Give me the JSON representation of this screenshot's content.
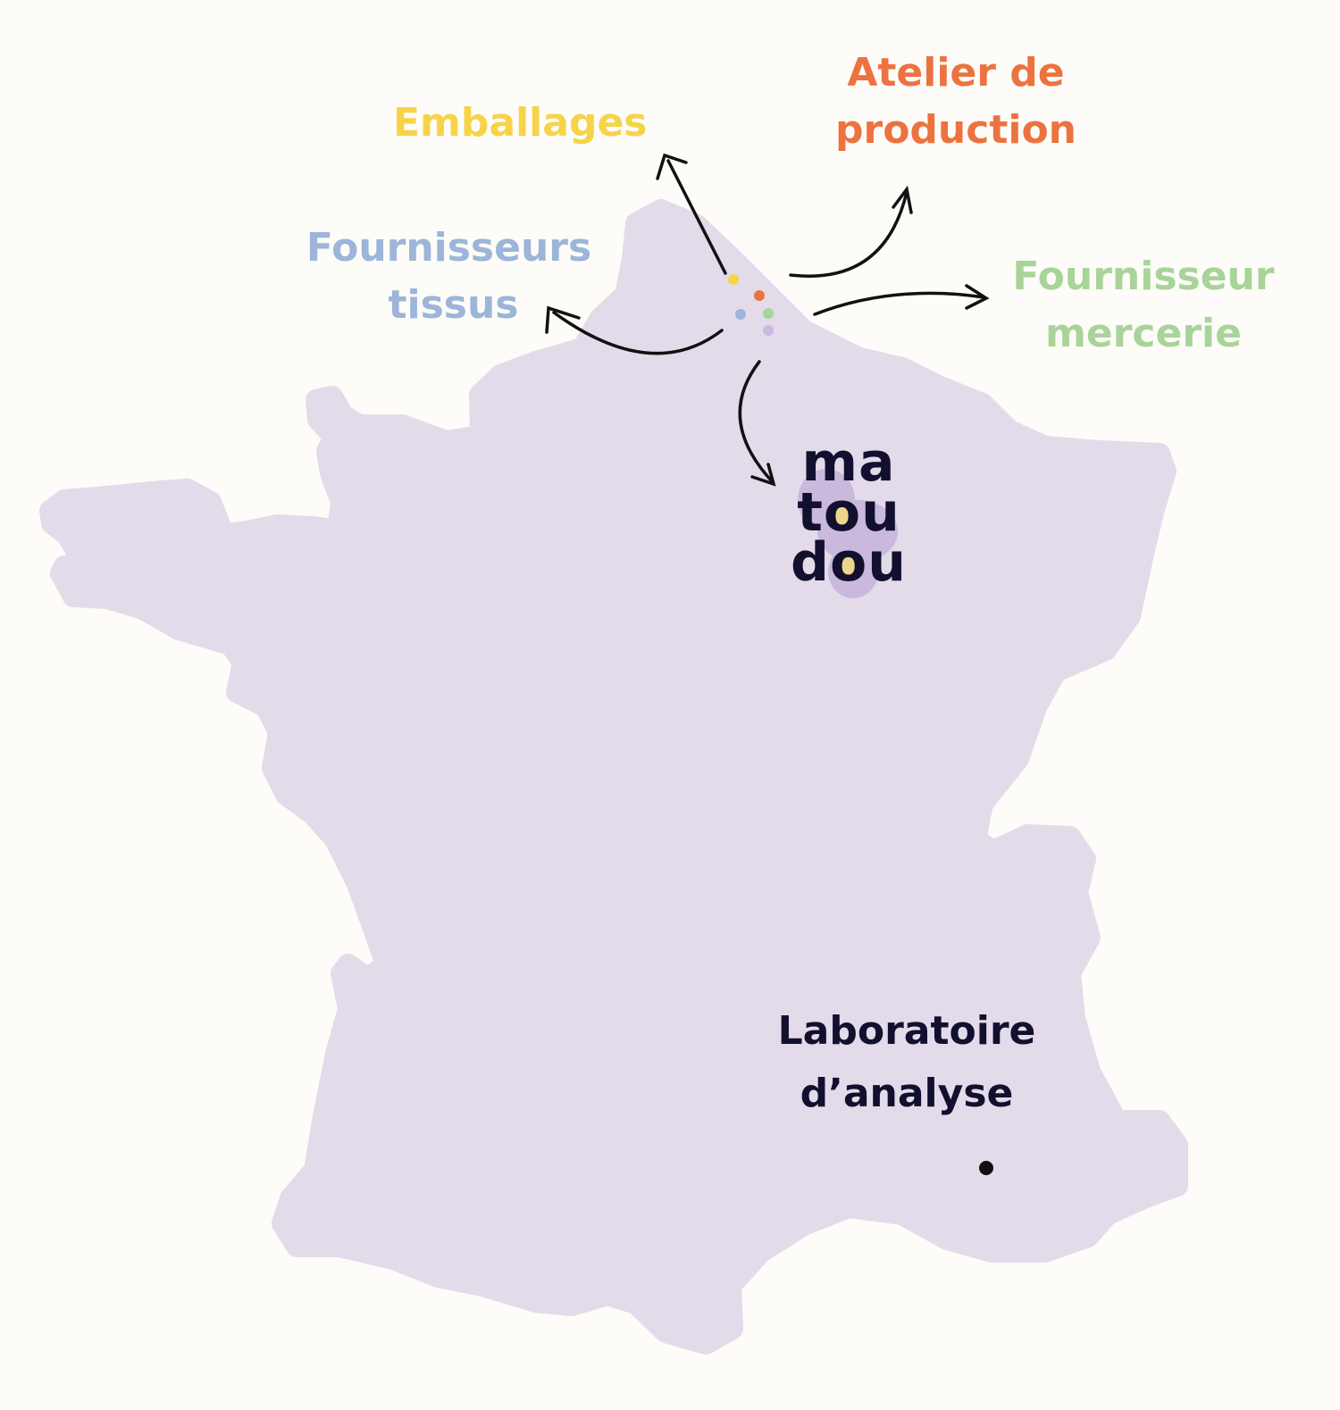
{
  "colors": {
    "background": "#fdfcf8",
    "land": "#e3dbea",
    "emballages": "#f7d348",
    "atelier": "#ec7340",
    "tissus": "#9cb5d8",
    "mercerie": "#a8d49a",
    "natoudou": "#c9b9dd",
    "text_dark": "#12102e"
  },
  "labels": {
    "emballages": "Emballages",
    "atelier": [
      "Atelier de",
      "production"
    ],
    "tissus": [
      "Fournisseurs",
      "tissus"
    ],
    "mercerie": [
      "Fournisseur",
      "mercerie"
    ],
    "laboratoire": [
      "Laboratoire",
      "d’analyse"
    ]
  },
  "logo": [
    "ma",
    "tou",
    "dou"
  ]
}
